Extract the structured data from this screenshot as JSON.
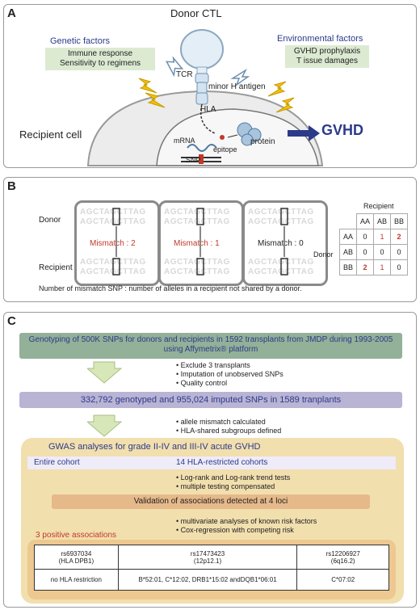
{
  "panel_a": {
    "label": "A",
    "donor_ctl": "Donor CTL",
    "genetic_title": "Genetic factors",
    "genetic_lines": [
      "Immune response",
      "Sensitivity to regimens"
    ],
    "env_title": "Environmental factors",
    "env_lines": [
      "GVHD prophylaxis",
      "T issue damages"
    ],
    "tcr": "TCR",
    "minor_h": "minor H antigen",
    "hla": "HLA",
    "recipient_cell": "Recipient cell",
    "protein": "protein",
    "mrna": "mRNA",
    "epitope": "epitope",
    "snp": "SNP",
    "gvhd": "GVHD",
    "colors": {
      "factor_title": "#2b3b8a",
      "factor_bg": "#dcead2",
      "gvhd": "#2b3b8a",
      "bolt": "#f2c200"
    }
  },
  "panel_b": {
    "label": "B",
    "donor": "Donor",
    "recipient": "Recipient",
    "ghost_text": "AGCTAGCTTAG",
    "boxes": [
      {
        "mismatch": "Mismatch : 2",
        "color": "#c0392b"
      },
      {
        "mismatch": "Mismatch : 1",
        "color": "#c0392b"
      },
      {
        "mismatch": "Mismatch : 0",
        "color": "#222222"
      }
    ],
    "caption": "Number of mismatch SNP : number of alleles in a recipient not shared by a donor.",
    "table": {
      "recipient_header": "Recipient",
      "donor_header": "Donor",
      "cols": [
        "AA",
        "AB",
        "BB"
      ],
      "rows": [
        {
          "label": "AA",
          "cells": [
            "0",
            "1",
            "2"
          ]
        },
        {
          "label": "AB",
          "cells": [
            "0",
            "0",
            "0"
          ]
        },
        {
          "label": "BB",
          "cells": [
            "2",
            "1",
            "0"
          ]
        }
      ]
    }
  },
  "panel_c": {
    "label": "C",
    "box1": "Genotyping of 500K SNPs for donors and recipients in 1592 transplants from JMDP during 1993-2005 using Affymetrix® platform",
    "bullets1": [
      "Exclude 3 transplants",
      "Imputation of unobserved SNPs",
      "Quality control"
    ],
    "box2": "332,792 genotyped and 955,024 imputed SNPs in 1589 tranplants",
    "bullets2": [
      "allele mismatch calculated",
      "HLA-shared subgroups defined"
    ],
    "gwas_title": "GWAS analyses for grade II-IV and III-IV acute GVHD",
    "entire_cohort": "Entire cohort",
    "hla_cohorts": "14 HLA-restricted cohorts",
    "bullets3": [
      "Log-rank and Log-rank trend tests",
      "multiple testing compensated"
    ],
    "validation": "Validation of associations detected at 4 loci",
    "bullets4": [
      "multivariate analyses of known risk factors",
      "Cox-regression with competing risk"
    ],
    "positive": "3 positive associations",
    "results": [
      {
        "snp": "rs6937034",
        "locus": "(HLA DPB1)",
        "restriction": "no HLA restriction"
      },
      {
        "snp": "rs17473423",
        "locus": "(12p12.1)",
        "restriction": "B*52:01, C*12:02, DRB1*15:02 andDQB1*06:01"
      },
      {
        "snp": "rs12206927",
        "locus": "(6q16.2)",
        "restriction": "C*07:02"
      }
    ],
    "colors": {
      "box1": "#93b098",
      "box2": "#b9b3d4",
      "gwas_bg": "#f2dfae",
      "entire_bg": "#efebf8",
      "validation_bg": "#e6b98a",
      "positive": "#c0392b",
      "arrow": "#d8e7b8"
    }
  }
}
